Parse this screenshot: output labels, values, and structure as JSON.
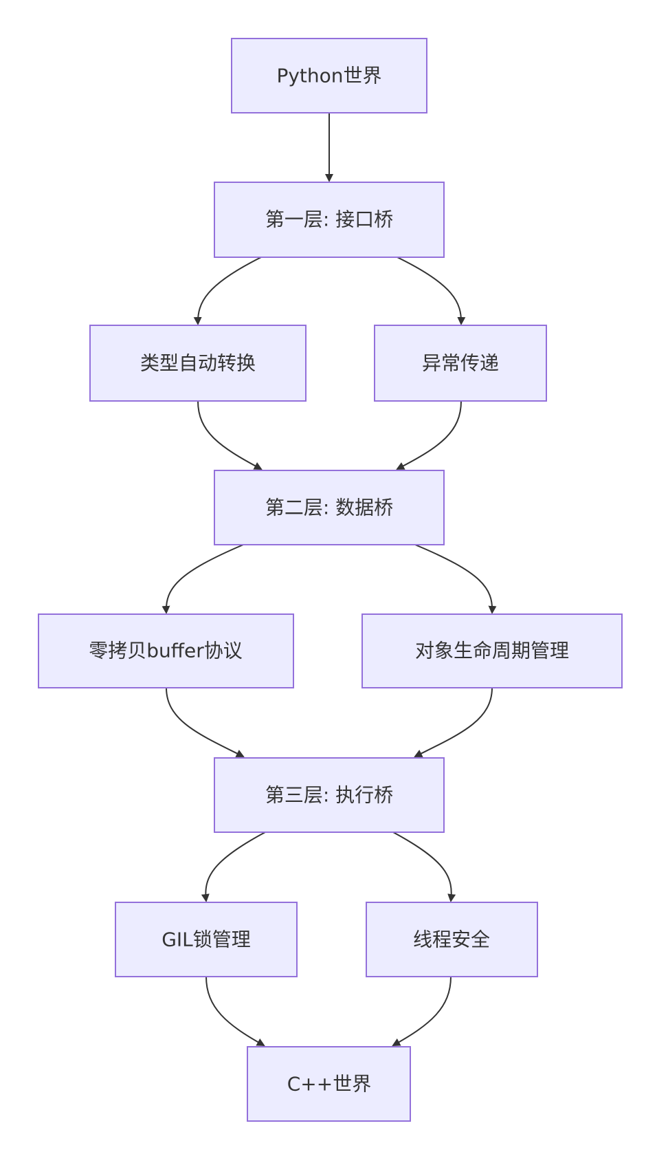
{
  "diagram": {
    "type": "flowchart",
    "direction": "top-down",
    "colors": {
      "node_fill": "#ECECFF",
      "node_border": "#9370DB",
      "edge": "#333333",
      "text": "#333333"
    },
    "nodes": {
      "python": "Python世界",
      "layer1": "第一层: 接口桥",
      "type_conv": "类型自动转换",
      "exception": "异常传递",
      "layer2": "第二层: 数据桥",
      "zero_copy": "零拷贝buffer协议",
      "lifecycle": "对象生命周期管理",
      "layer3": "第三层: 执行桥",
      "gil": "GIL锁管理",
      "thread_safety": "线程安全",
      "cpp": "C++世界"
    },
    "edges": [
      {
        "from": "python",
        "to": "layer1"
      },
      {
        "from": "layer1",
        "to": "type_conv"
      },
      {
        "from": "layer1",
        "to": "exception"
      },
      {
        "from": "type_conv",
        "to": "layer2"
      },
      {
        "from": "exception",
        "to": "layer2"
      },
      {
        "from": "layer2",
        "to": "zero_copy"
      },
      {
        "from": "layer2",
        "to": "lifecycle"
      },
      {
        "from": "zero_copy",
        "to": "layer3"
      },
      {
        "from": "lifecycle",
        "to": "layer3"
      },
      {
        "from": "layer3",
        "to": "gil"
      },
      {
        "from": "layer3",
        "to": "thread_safety"
      },
      {
        "from": "gil",
        "to": "cpp"
      },
      {
        "from": "thread_safety",
        "to": "cpp"
      }
    ]
  }
}
